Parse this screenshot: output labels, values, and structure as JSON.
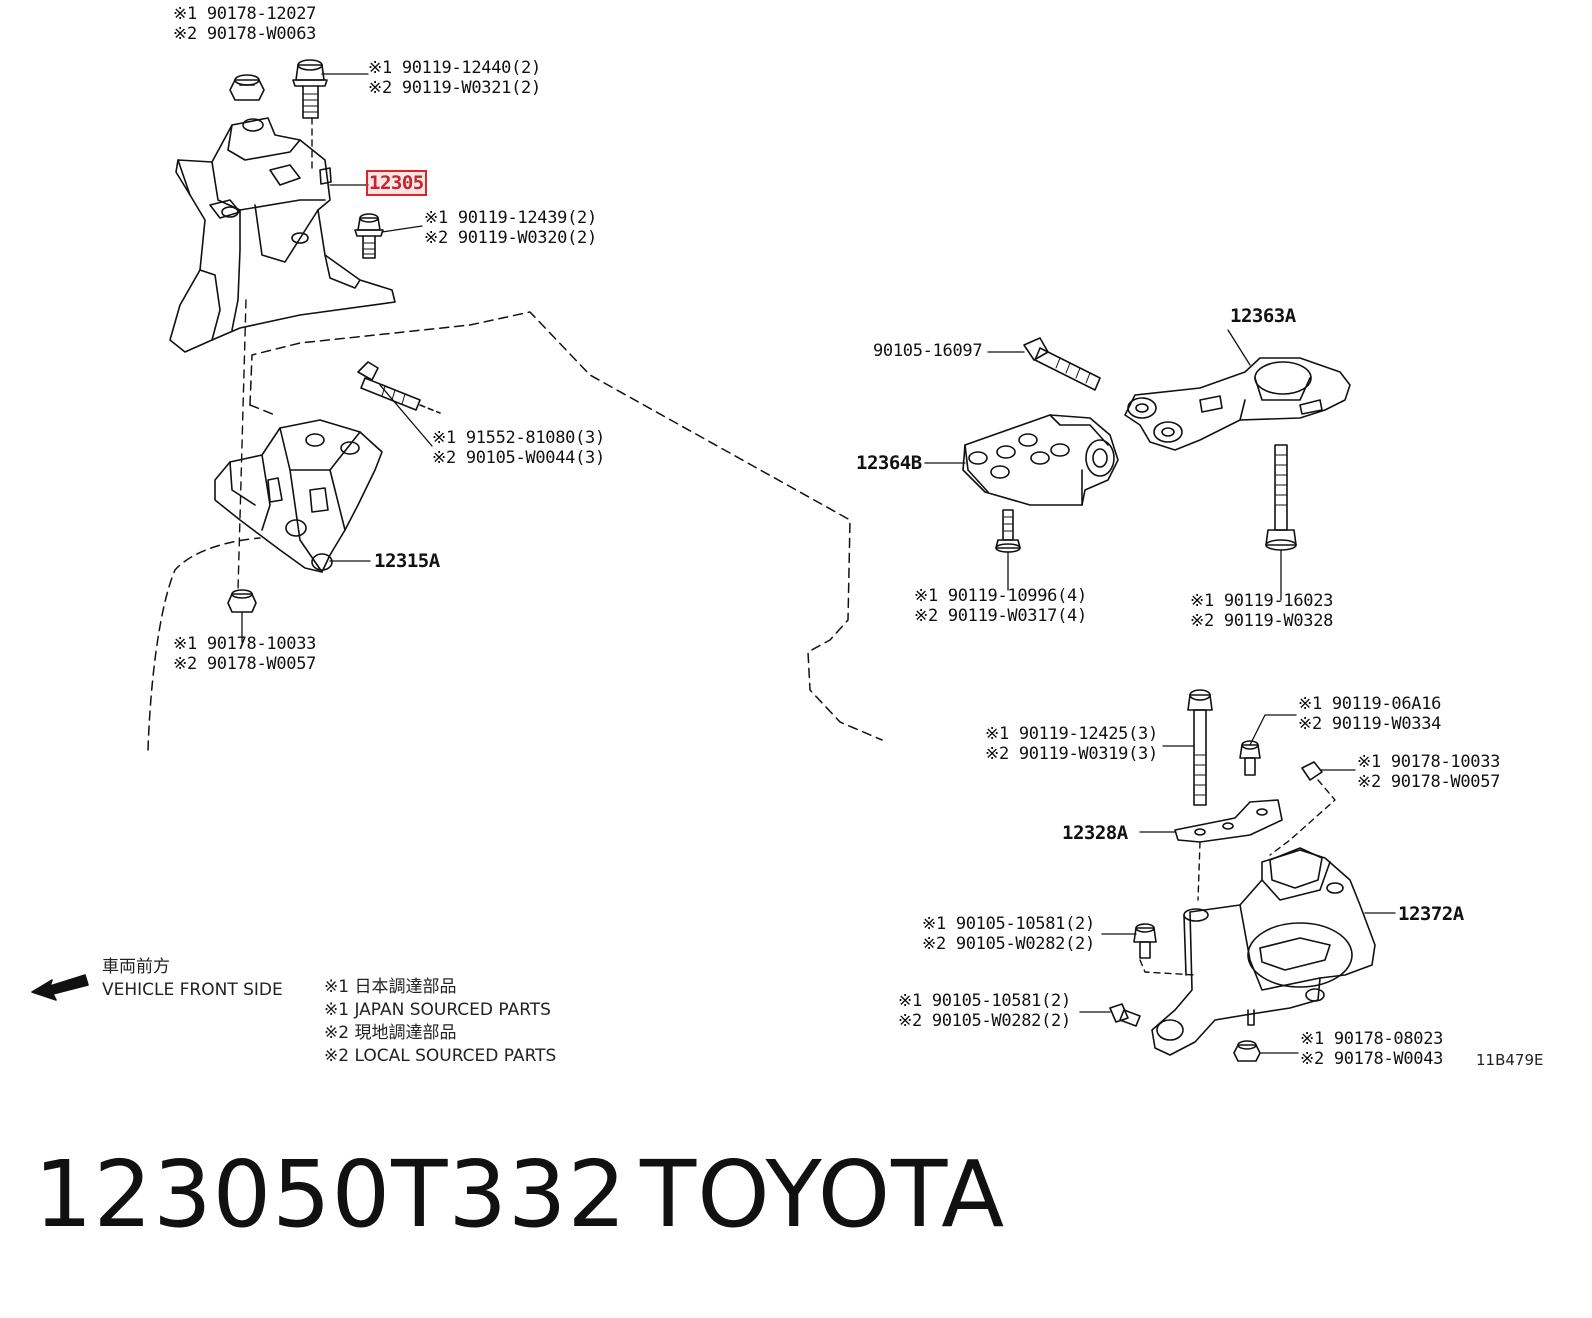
{
  "parts": {
    "p12305": "12305",
    "p12315A": "12315A",
    "p12363A": "12363A",
    "p12364B": "12364B",
    "p12328A": "12328A",
    "p12372A": "12372A"
  },
  "fasteners": [
    [
      "※1 90178-12027",
      "※2 90178-W0063"
    ],
    [
      "※1 90119-12440(2)",
      "※2 90119-W0321(2)"
    ],
    [
      "※1 90119-12439(2)",
      "※2 90119-W0320(2)"
    ],
    [
      "※1 91552-81080(3)",
      "※2 90105-W0044(3)"
    ],
    [
      "※1 90178-10033",
      "※2 90178-W0057"
    ],
    [
      "90105-16097"
    ],
    [
      "※1 90119-10996(4)",
      "※2 90119-W0317(4)"
    ],
    [
      "※1 90119-16023",
      "※2 90119-W0328"
    ],
    [
      "※1 90119-06A16",
      "※2 90119-W0334"
    ],
    [
      "※1 90119-12425(3)",
      "※2 90119-W0319(3)"
    ],
    [
      "※1 90178-10033",
      "※2 90178-W0057"
    ],
    [
      "※1 90105-10581(2)",
      "※2 90105-W0282(2)"
    ],
    [
      "※1 90105-10581(2)",
      "※2 90105-W0282(2)"
    ],
    [
      "※1 90178-08023",
      "※2 90178-W0043"
    ]
  ],
  "direction": {
    "jp": "車両前方",
    "en": "VEHICLE FRONT SIDE"
  },
  "legend": [
    "※1 日本調達部品",
    "※1 JAPAN SOURCED PARTS",
    "※2 現地調達部品",
    "※2 LOCAL SOURCED PARTS"
  ],
  "diagram_code": "11B479E",
  "caption": {
    "part_number": "123050T332",
    "brand": "TOYOTA"
  },
  "colors": {
    "highlight": "#d9262c",
    "ink": "#111111"
  }
}
